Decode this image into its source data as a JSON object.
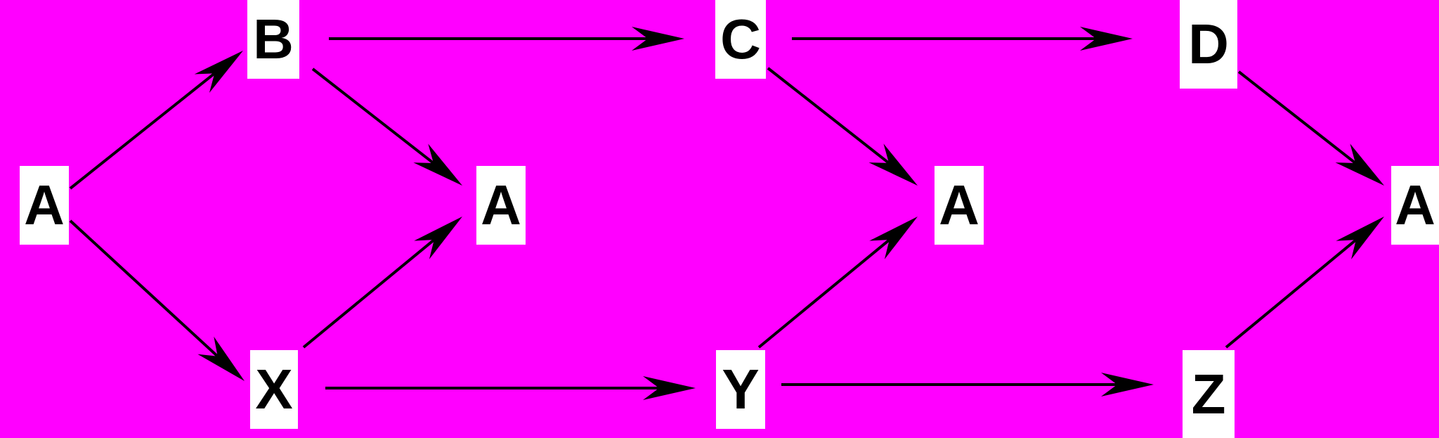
{
  "diagram": {
    "background": "#ff00ff",
    "nodes": {
      "a_start": "A",
      "b": "B",
      "x": "X",
      "a_mid1": "A",
      "c": "C",
      "y": "Y",
      "a_mid2": "A",
      "d": "D",
      "z": "Z",
      "a_end": "A"
    },
    "edges": [
      {
        "from": "a_start",
        "to": "b"
      },
      {
        "from": "a_start",
        "to": "x"
      },
      {
        "from": "b",
        "to": "c"
      },
      {
        "from": "b",
        "to": "a_mid1"
      },
      {
        "from": "x",
        "to": "a_mid1"
      },
      {
        "from": "x",
        "to": "y"
      },
      {
        "from": "c",
        "to": "d"
      },
      {
        "from": "c",
        "to": "a_mid2"
      },
      {
        "from": "y",
        "to": "a_mid2"
      },
      {
        "from": "y",
        "to": "z"
      },
      {
        "from": "d",
        "to": "a_end"
      },
      {
        "from": "z",
        "to": "a_end"
      }
    ]
  }
}
